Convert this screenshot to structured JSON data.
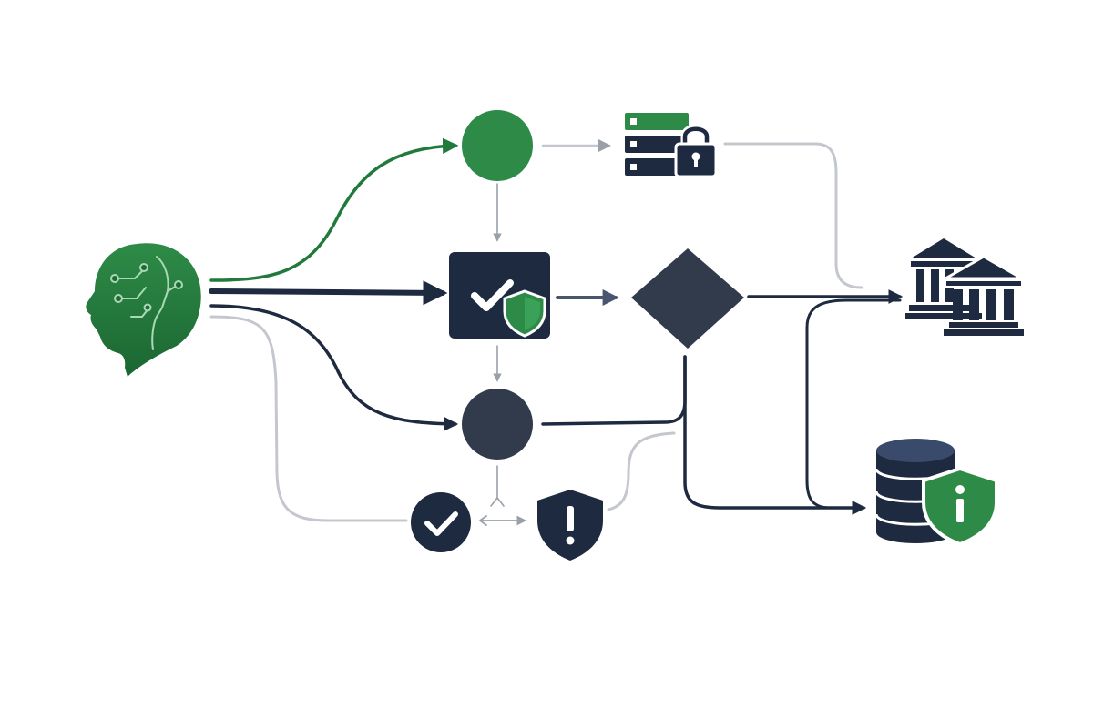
{
  "diagram": {
    "colors": {
      "green": "#217a3c",
      "green_light": "#2e8b47",
      "navy": "#1e2a40",
      "slate": "#323b4b",
      "gray": "#b9bec5",
      "edge_gray": "#c4c8ce",
      "white": "#ffffff"
    },
    "nodes": [
      {
        "id": "ai-head",
        "icon": "ai-head-icon",
        "color": "green"
      },
      {
        "id": "green-circle",
        "icon": "circle",
        "color": "green"
      },
      {
        "id": "locked-server",
        "icon": "server-lock-icon",
        "color": "navy"
      },
      {
        "id": "verify-box",
        "icon": "check-shield-icon",
        "color": "navy"
      },
      {
        "id": "decision-diamond",
        "icon": "diamond",
        "color": "slate"
      },
      {
        "id": "dark-circle",
        "icon": "circle",
        "color": "slate"
      },
      {
        "id": "check-circle",
        "icon": "check-circle-icon",
        "color": "navy"
      },
      {
        "id": "alert-shield",
        "icon": "alert-shield-icon",
        "color": "navy"
      },
      {
        "id": "banks",
        "icon": "bank-icon",
        "color": "navy"
      },
      {
        "id": "secure-database",
        "icon": "database-shield-icon",
        "color": "navy"
      }
    ],
    "edges": [
      {
        "from": "ai-head",
        "to": "green-circle",
        "color": "green"
      },
      {
        "from": "ai-head",
        "to": "verify-box",
        "color": "navy"
      },
      {
        "from": "ai-head",
        "to": "dark-circle",
        "color": "navy"
      },
      {
        "from": "ai-head",
        "to": "check-circle",
        "color": "gray"
      },
      {
        "from": "green-circle",
        "to": "locked-server",
        "color": "gray"
      },
      {
        "from": "green-circle",
        "to": "verify-box",
        "color": "gray"
      },
      {
        "from": "verify-box",
        "to": "decision-diamond",
        "color": "navy"
      },
      {
        "from": "verify-box",
        "to": "dark-circle",
        "color": "gray"
      },
      {
        "from": "dark-circle",
        "to": "alert-shield",
        "color": "gray"
      },
      {
        "from": "check-circle",
        "to": "alert-shield",
        "color": "gray"
      },
      {
        "from": "locked-server",
        "to": "banks",
        "color": "gray"
      },
      {
        "from": "decision-diamond",
        "to": "banks",
        "color": "navy"
      },
      {
        "from": "decision-diamond",
        "to": "secure-database",
        "color": "navy"
      },
      {
        "from": "dark-circle",
        "to": "decision-diamond",
        "color": "navy"
      },
      {
        "from": "alert-shield",
        "to": "dark-circle",
        "color": "gray"
      }
    ]
  }
}
